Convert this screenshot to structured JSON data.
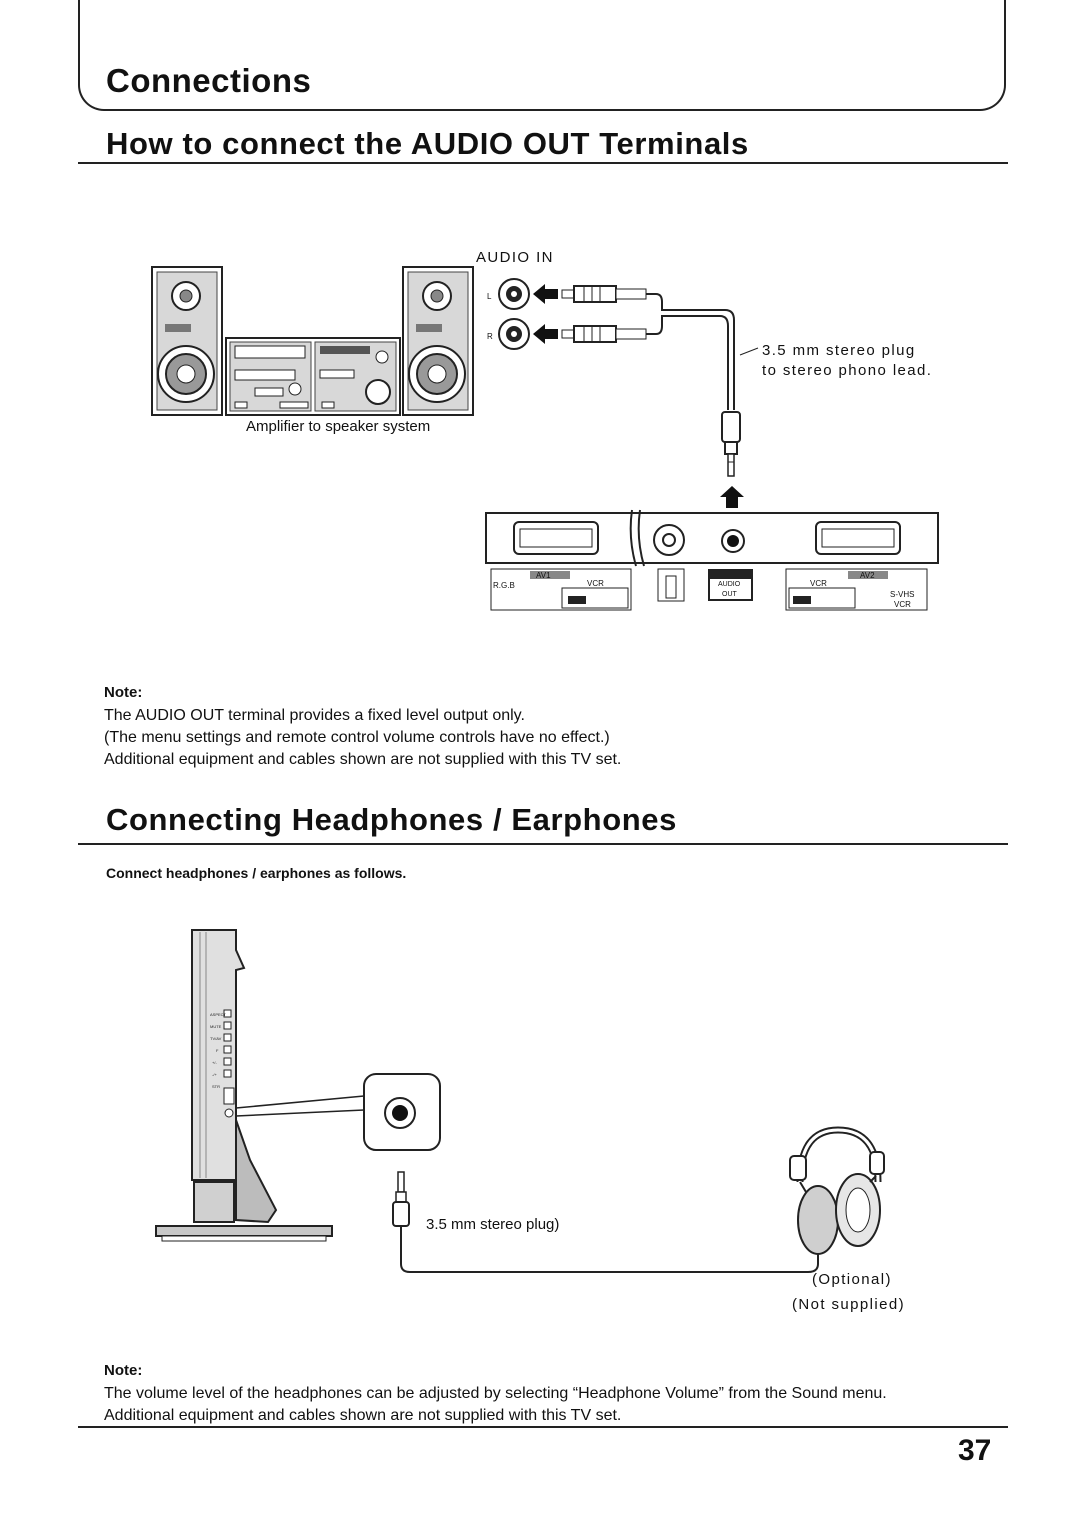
{
  "header": {
    "title": "Connections"
  },
  "audio_out": {
    "heading": "How to connect the AUDIO OUT Terminals",
    "audio_in_label": "AUDIO IN",
    "channel_l": "L",
    "channel_r": "R",
    "plug_caption_line1": "3.5 mm stereo plug",
    "plug_caption_line2": "to stereo phono lead.",
    "amp_caption": "Amplifier to speaker system",
    "panel_labels": {
      "av1": "AV1",
      "rgb": "R.G.B",
      "vcr_left": "VCR",
      "audio": "AUDIO",
      "out": "OUT",
      "vcr_right": "VCR",
      "av2": "AV2",
      "svhs": "S-VHS",
      "vcr_svhs": "VCR"
    },
    "note_heading": "Note:",
    "note_lines": [
      "The AUDIO OUT terminal provides a fixed level output only.",
      "(The menu settings and remote control volume controls have no effect.)",
      "Additional equipment and cables shown are not supplied with this TV set."
    ]
  },
  "headphones": {
    "heading": "Connecting Headphones / Earphones",
    "instruction": "Connect headphones / earphones as follows.",
    "tv_side_labels": [
      "ASPECT",
      "MUTE",
      "TV/AV",
      "F",
      "+/-",
      "-/+",
      "STR"
    ],
    "plug_caption": "3.5 mm stereo plug)",
    "optional": "(Optional)",
    "not_supplied": "(Not supplied)",
    "note_heading": "Note:",
    "note_lines": [
      "The volume level of the headphones can be adjusted by selecting “Headphone Volume” from the Sound menu.",
      "Additional equipment and cables shown are not supplied with this TV set."
    ]
  },
  "footer": {
    "page_number": "37"
  }
}
